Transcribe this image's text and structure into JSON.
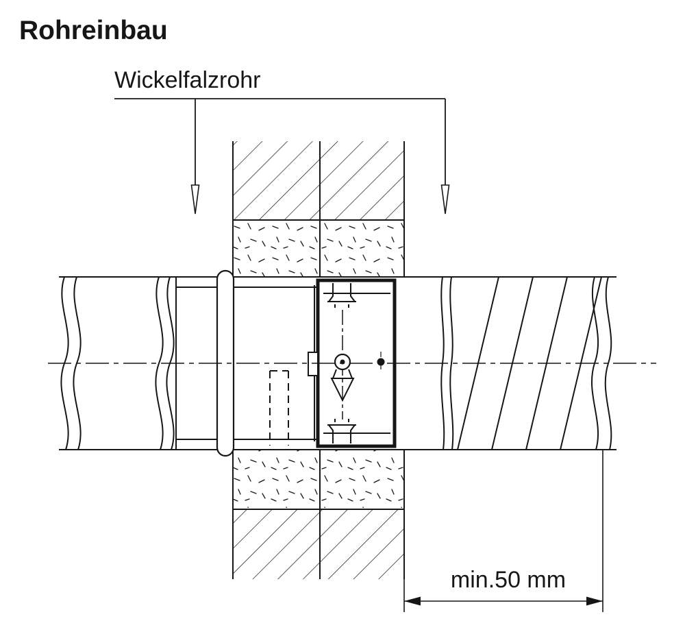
{
  "title": "Rohreinbau",
  "labels": {
    "pipe": "Wickelfalzrohr",
    "dimension": "min.50 mm"
  },
  "icons": {
    "leader_arrows": "down-arrow-icon",
    "dimension_arrows": "horizontal-dimension-arrow-icon"
  },
  "colors": {
    "ink": "#161616",
    "background": "#ffffff"
  }
}
